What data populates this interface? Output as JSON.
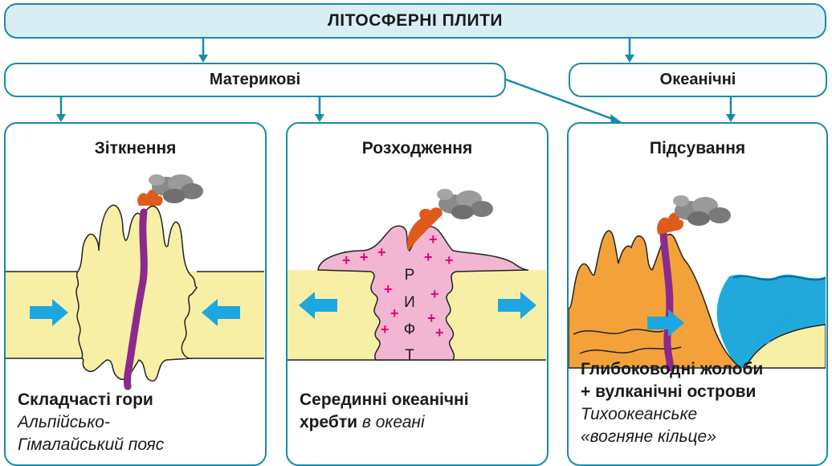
{
  "title": "ЛІТОСФЕРНІ ПЛИТИ",
  "categories": {
    "continental": "Материкові",
    "oceanic": "Океанічні"
  },
  "cards": [
    {
      "heading": "Зіткнення",
      "caption_bold": "Складчасті гори",
      "caption_italic_1": "Альпійсько-",
      "caption_italic_2": "Гімалайський пояс"
    },
    {
      "heading": "Розходження",
      "caption_bold_1": "Серединні океанічні",
      "caption_bold_2": "хребти",
      "caption_italic": "в океані",
      "rift_letters": [
        "Р",
        "И",
        "Ф",
        "Т"
      ]
    },
    {
      "heading": "Підсування",
      "caption_bold_1": "Глибоководні жолоби",
      "caption_bold_2": "+ вулканічні острови",
      "caption_italic_1": "Тихоокеанське",
      "caption_italic_2": "«вогняне кільце»"
    }
  ],
  "colors": {
    "border": "#1a8aa6",
    "title_fill": "#d9edf5",
    "crust": "#f8efa6",
    "rift_pink": "#f2b6d3",
    "magma": "#8b2a8c",
    "arrow": "#1ea6e0",
    "ocean": "#22a9dc",
    "orange_land": "#f3a23a",
    "plus": "#e6007e"
  },
  "icons": [
    "arrow-right-icon",
    "arrow-left-icon",
    "volcano-smoke-icon",
    "curved-arrow-icon"
  ]
}
